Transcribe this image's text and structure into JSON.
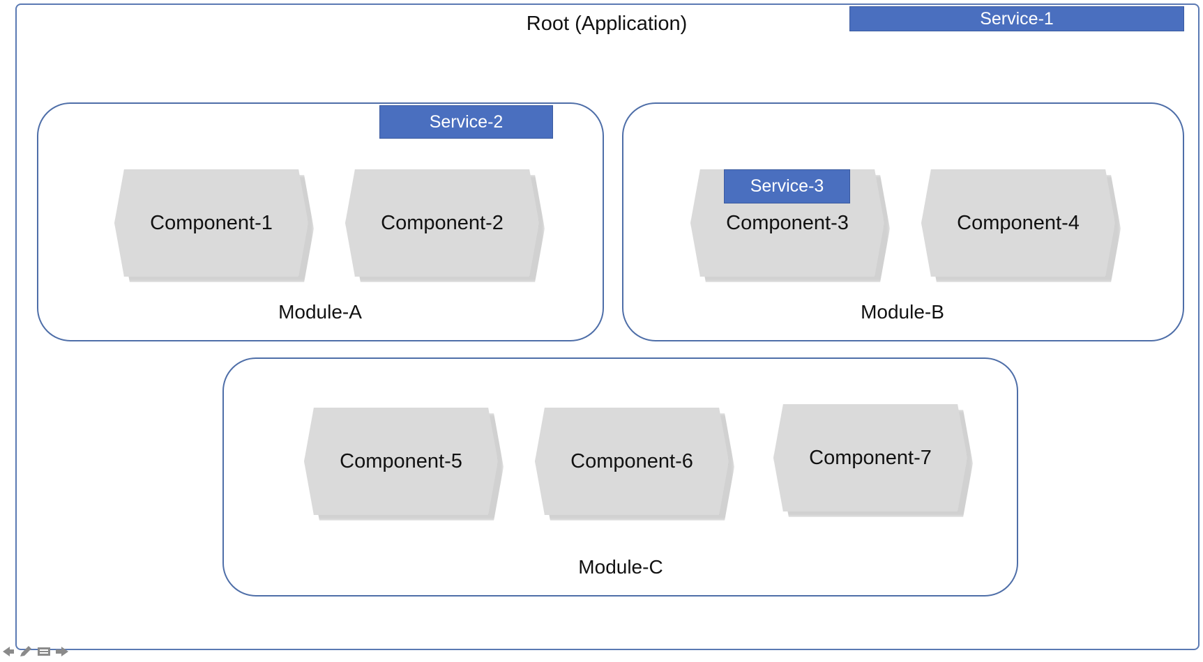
{
  "root": {
    "title": "Root (Application)",
    "service": "Service-1"
  },
  "modules": {
    "a": {
      "label": "Module-A",
      "service": "Service-2",
      "components": [
        "Component-1",
        "Component-2"
      ]
    },
    "b": {
      "label": "Module-B",
      "components": [
        "Component-3",
        "Component-4"
      ],
      "component_service": "Service-3"
    },
    "c": {
      "label": "Module-C",
      "components": [
        "Component-5",
        "Component-6",
        "Component-7"
      ]
    }
  },
  "colors": {
    "service_fill": "#4a6fbf",
    "frame_border": "#4e6ea8",
    "component_fill": "#dadada"
  },
  "toolbar": {
    "icons": [
      "back-icon",
      "pencil-icon",
      "slides-icon",
      "forward-icon"
    ]
  }
}
